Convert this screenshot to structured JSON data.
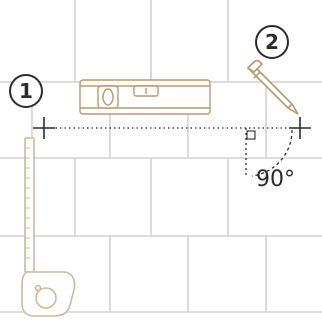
{
  "steps": [
    {
      "label": "1"
    },
    {
      "label": "2"
    }
  ],
  "angle_label": "90°",
  "colors": {
    "grout": "#cfcfcf",
    "tool_stroke": "#cdb99a",
    "level_stroke": "#b89a6f",
    "ink": "#2b2b2b"
  },
  "icons": [
    "tape-measure-icon",
    "spirit-level-icon",
    "pencil-icon",
    "crosshair-icon",
    "right-angle-icon"
  ]
}
